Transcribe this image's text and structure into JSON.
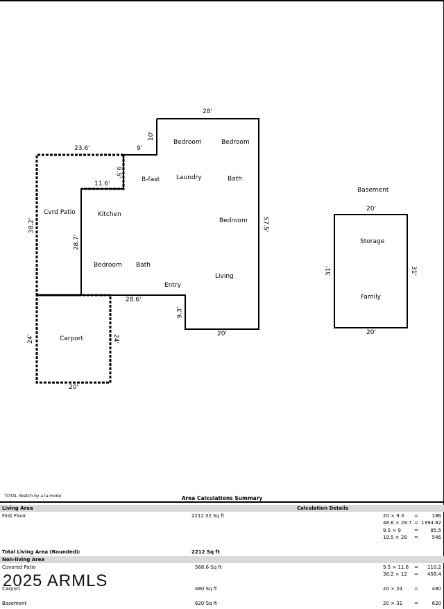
{
  "sketch": {
    "main_dims": {
      "top": "28'",
      "top_step_v": "10'",
      "top_step_h": "9'",
      "left_top": "23.6'",
      "inner_v": "9.5'",
      "inner_h": "11.6'",
      "left_side": "38.2'",
      "inner_long": "28.7'",
      "right_side": "57.5'",
      "entry_h": "28.6'",
      "entry_v": "9.3'",
      "bottom": "20'",
      "carport_left": "24'",
      "carport_right": "24'",
      "carport_bottom": "20'"
    },
    "rooms": {
      "bedroom1": "Bedroom",
      "bedroom2": "Bedroom",
      "bfast": "B-fast",
      "laundry": "Laundry",
      "bath1": "Bath",
      "cvrd_patio": "Cvrd Patio",
      "kitchen": "Kitchen",
      "bedroom3": "Bedroom",
      "bedroom4": "Bedroom",
      "bath2": "Bath",
      "entry": "Entry",
      "living": "Living",
      "carport": "Carport"
    },
    "basement": {
      "title": "Basement",
      "top": "20'",
      "bottom": "20'",
      "left": "31'",
      "right": "31'",
      "storage": "Storage",
      "family": "Family"
    }
  },
  "footer": {
    "credit": "TOTAL Sketch by a la mode",
    "title": "Area Calculations Summary",
    "living_area_header": "Living Area",
    "calc_details_header": "Calculation Details",
    "first_floor": {
      "label": "First Floor",
      "value": "2212.32 Sq ft"
    },
    "first_floor_calcs": [
      {
        "expr": "20 × 9.3",
        "eq": "=",
        "res": "186"
      },
      {
        "expr": "48.6 × 28.7",
        "eq": "=",
        "res": "1394.82"
      },
      {
        "expr": "9.5 × 9",
        "eq": "=",
        "res": "85.5"
      },
      {
        "expr": "19.5 × 28",
        "eq": "=",
        "res": "546"
      }
    ],
    "total_label": "Total Living Area (Rounded):",
    "total_value": "2212 Sq ft",
    "non_living_header": "Non-living Area",
    "covered_patio": {
      "label": "Covered Patio",
      "value": "568.6 Sq ft"
    },
    "covered_patio_calcs": [
      {
        "expr": "9.5 × 11.6",
        "eq": "=",
        "res": "110.2"
      },
      {
        "expr": "38.2 × 12",
        "eq": "=",
        "res": "458.4"
      }
    ],
    "carport": {
      "label": "Carport",
      "value": "480 Sq ft"
    },
    "carport_calcs": [
      {
        "expr": "20 × 24",
        "eq": "=",
        "res": "480"
      }
    ],
    "basement": {
      "label": "Basement",
      "value": "620 Sq ft"
    },
    "basement_calcs": [
      {
        "expr": "20 × 31",
        "eq": "=",
        "res": "620"
      }
    ],
    "watermark": "2025 ARMLS"
  }
}
